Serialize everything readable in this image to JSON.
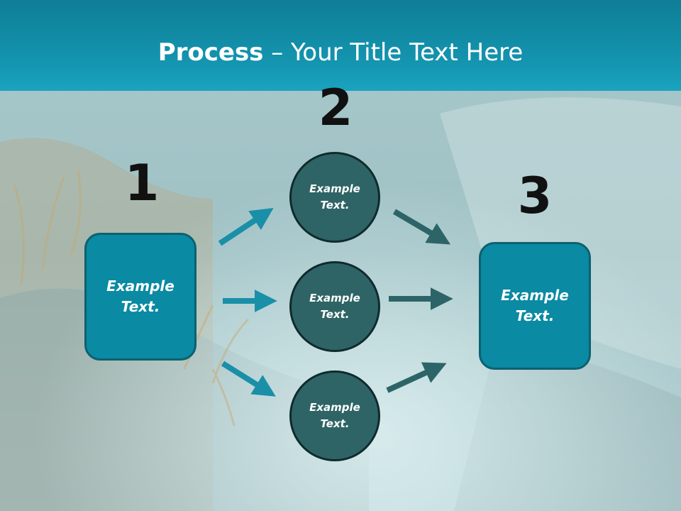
{
  "slide": {
    "title_bold": "Process",
    "title_rest": " – Your Title Text Here"
  },
  "steps": {
    "one": {
      "number": "1",
      "text": "Example Text."
    },
    "two": {
      "number": "2"
    },
    "three": {
      "number": "3",
      "text": "Example Text."
    }
  },
  "circles": [
    {
      "text": "Example Text."
    },
    {
      "text": "Example Text."
    },
    {
      "text": "Example Text."
    }
  ],
  "colors": {
    "header": "#1495b0",
    "box_fill": "#0a8aa3",
    "circle_fill": "#2f6466",
    "arrow_left": "#1a8fa8",
    "arrow_right": "#2d6468"
  }
}
